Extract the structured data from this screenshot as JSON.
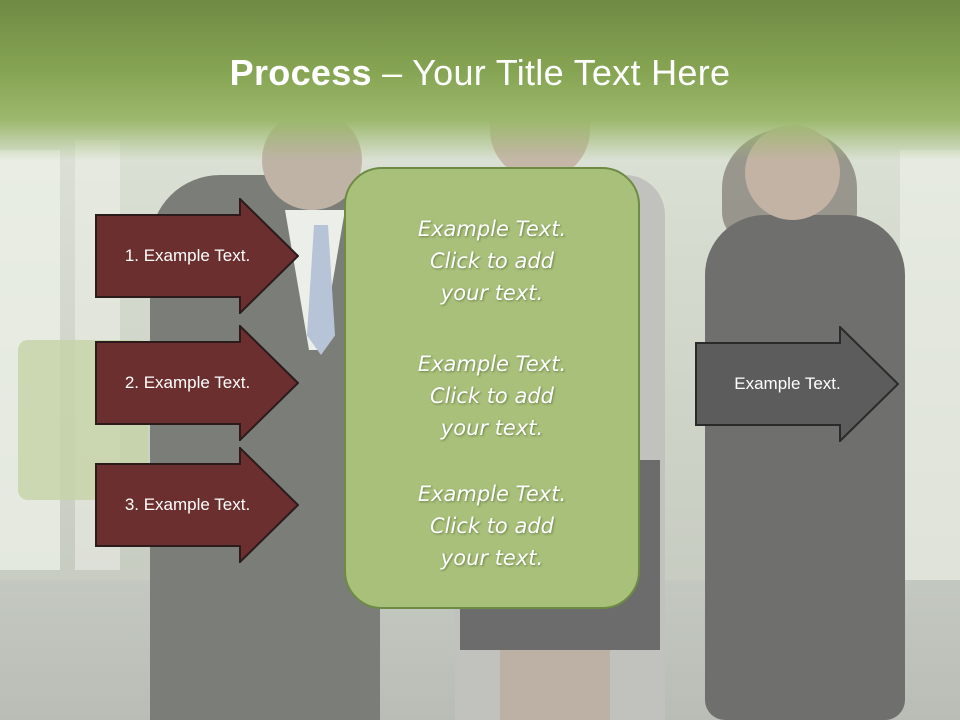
{
  "slide": {
    "title_bold": "Process",
    "title_rest": " – Your Title Text Here",
    "left_arrows": [
      {
        "label": "1. Example Text."
      },
      {
        "label": "2. Example Text."
      },
      {
        "label": "3. Example Text."
      }
    ],
    "center_blocks": [
      {
        "line1": "Example Text.",
        "line2": "Click  to add",
        "line3": "your text."
      },
      {
        "line1": "Example Text.",
        "line2": "Click  to add",
        "line3": "your text."
      },
      {
        "line1": "Example Text.",
        "line2": "Click  to add",
        "line3": "your text."
      }
    ],
    "right_arrow": {
      "label": "Example Text."
    }
  },
  "colors": {
    "header_green": "#86a553",
    "center_box": "#a9c07b",
    "left_arrow_fill": "#6b2f2f",
    "right_arrow_fill": "#5c5c5c"
  }
}
